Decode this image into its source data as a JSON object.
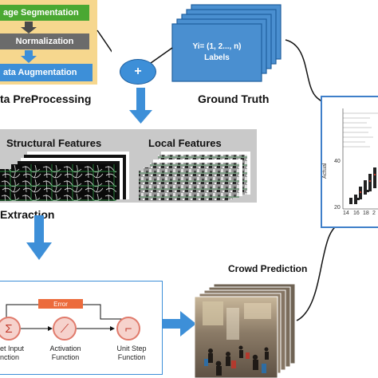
{
  "preprocessing": {
    "steps": [
      "age Segmentation",
      "Normalization",
      "ata Augmentation"
    ],
    "title": "ta PreProcessing"
  },
  "ground_truth": {
    "card_line1": "Yi= (1, 2..., n)",
    "card_line2": "Labels",
    "title": "Ground Truth"
  },
  "combiner": {
    "symbol": "+"
  },
  "features": {
    "structural_title": "Structural Features",
    "local_title": "Local Features",
    "section_title": "Extraction"
  },
  "network": {
    "error_label": "Error",
    "nodes": [
      {
        "symbol": "Σ",
        "label": "et Input\nnction"
      },
      {
        "symbol": "⟋",
        "label": "Activation\nFunction"
      },
      {
        "symbol": "⌐",
        "label": "Unit Step\nFunction"
      }
    ]
  },
  "prediction": {
    "title": "Crowd Prediction"
  },
  "result_plot": {
    "ylabel": "Actual",
    "y_ticks": [
      "40",
      "20"
    ],
    "x_ticks": [
      "14",
      "16",
      "18",
      "2"
    ]
  },
  "colors": {
    "green": "#4aa832",
    "gray_dark": "#6b6b6b",
    "blue": "#3d8fd8",
    "blue_dark": "#1f5f9e",
    "panel_gray": "#c9c9c9",
    "neuron_fill": "#f6d2cc",
    "error_fill": "#ec6b3c",
    "plot_border": "#3f7fc9"
  }
}
